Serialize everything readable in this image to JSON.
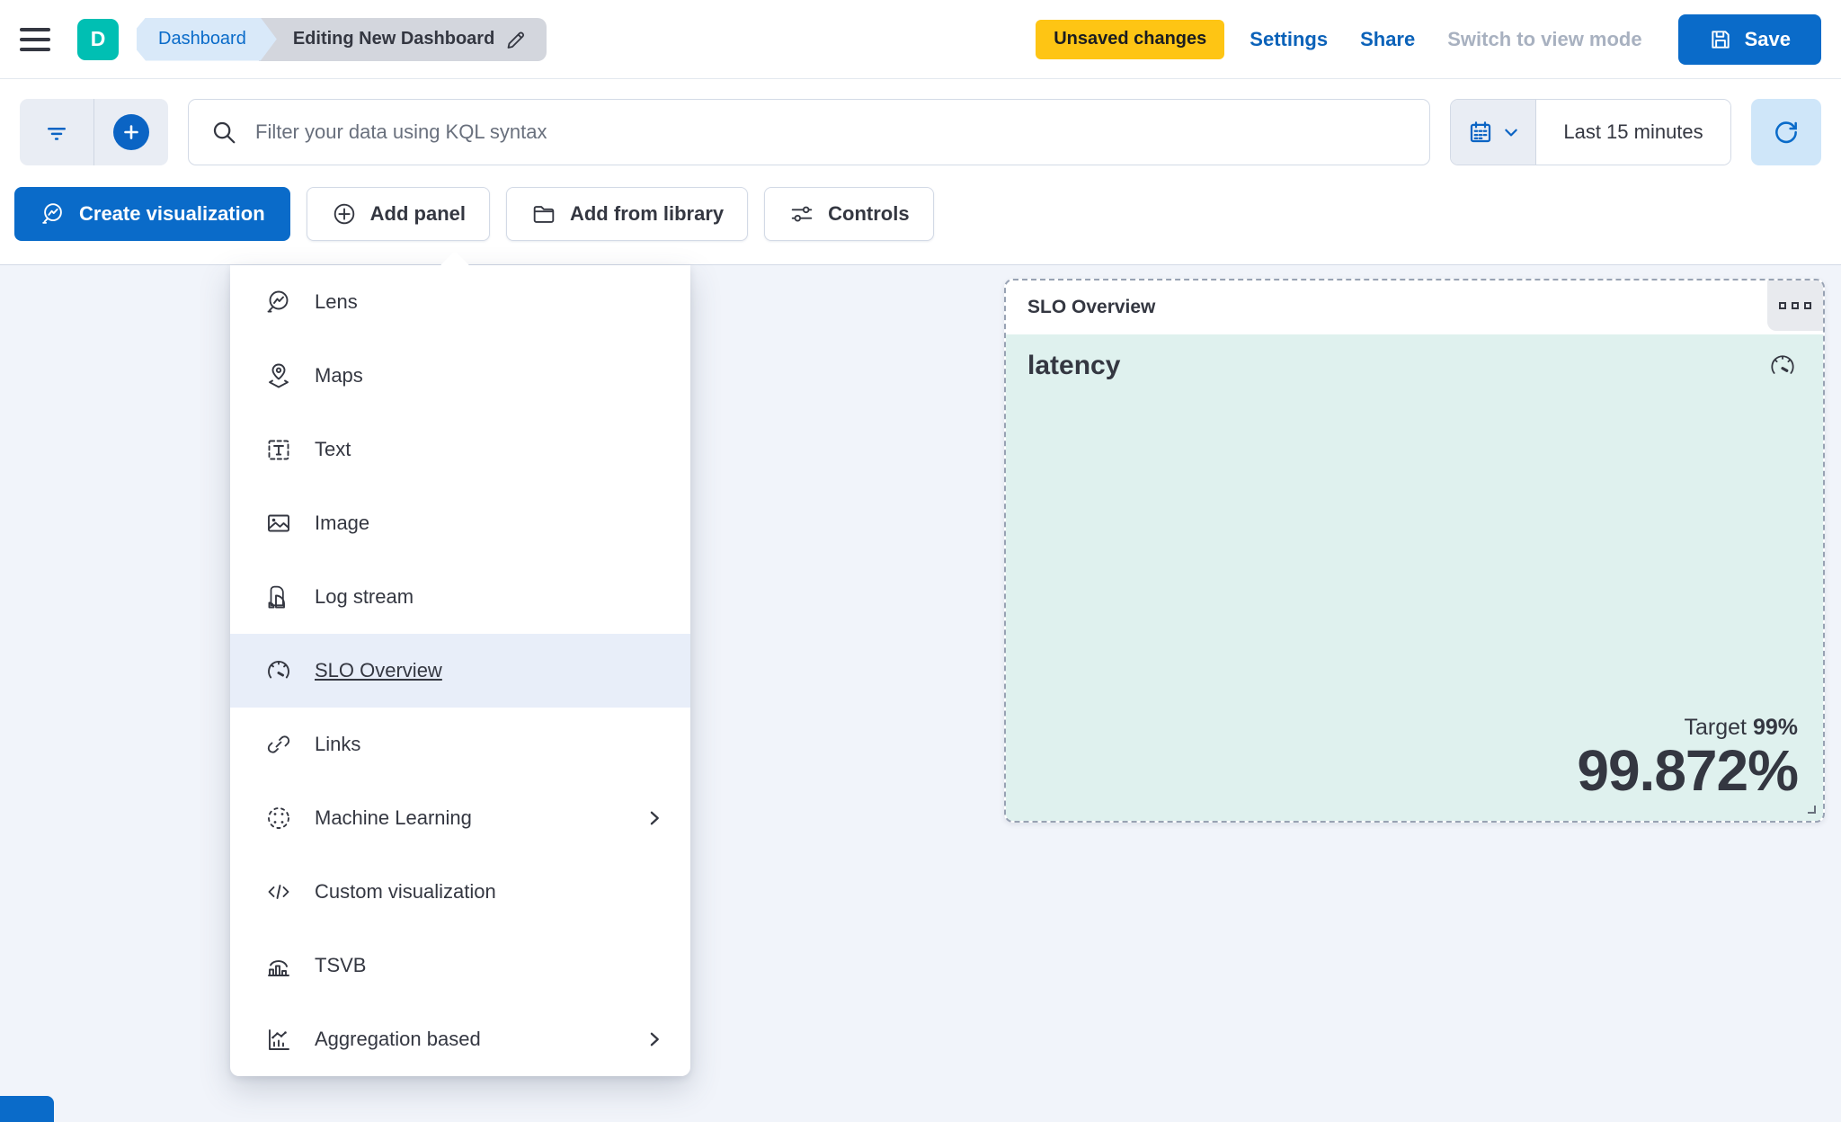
{
  "header": {
    "logo_letter": "D",
    "breadcrumbs": [
      {
        "label": "Dashboard"
      },
      {
        "label": "Editing New Dashboard"
      }
    ],
    "unsaved_badge": "Unsaved changes",
    "actions": {
      "settings": "Settings",
      "share": "Share",
      "view_mode": "Switch to view mode",
      "save": "Save"
    }
  },
  "filter_bar": {
    "search_placeholder": "Filter your data using KQL syntax",
    "time_range": "Last 15 minutes"
  },
  "toolbar": {
    "create_visualization": "Create visualization",
    "add_panel": "Add panel",
    "add_from_library": "Add from library",
    "controls": "Controls"
  },
  "add_panel_menu": {
    "items": [
      {
        "label": "Lens",
        "icon": "lens-icon"
      },
      {
        "label": "Maps",
        "icon": "maps-icon"
      },
      {
        "label": "Text",
        "icon": "text-icon"
      },
      {
        "label": "Image",
        "icon": "image-icon"
      },
      {
        "label": "Log stream",
        "icon": "log-stream-icon"
      },
      {
        "label": "SLO Overview",
        "icon": "gauge-icon",
        "highlighted": true
      },
      {
        "label": "Links",
        "icon": "link-icon"
      },
      {
        "label": "Machine Learning",
        "icon": "machine-learning-icon",
        "has_submenu": true
      },
      {
        "label": "Custom visualization",
        "icon": "code-icon"
      },
      {
        "label": "TSVB",
        "icon": "tsvb-icon"
      },
      {
        "label": "Aggregation based",
        "icon": "aggregation-icon",
        "has_submenu": true
      }
    ]
  },
  "slo_panel": {
    "header_title": "SLO Overview",
    "metric_title": "latency",
    "target_label": "Target",
    "target_value": "99%",
    "value": "99.872%"
  },
  "colors": {
    "primary_blue": "#0a6bc9",
    "link_blue": "#0b62b9",
    "logo_teal": "#00bfb3",
    "badge_yellow": "#fec514",
    "panel_mint": "#dff1ee",
    "menu_highlight": "#e8eef9",
    "canvas_background": "#f1f4fa",
    "text_dark": "#343741"
  }
}
